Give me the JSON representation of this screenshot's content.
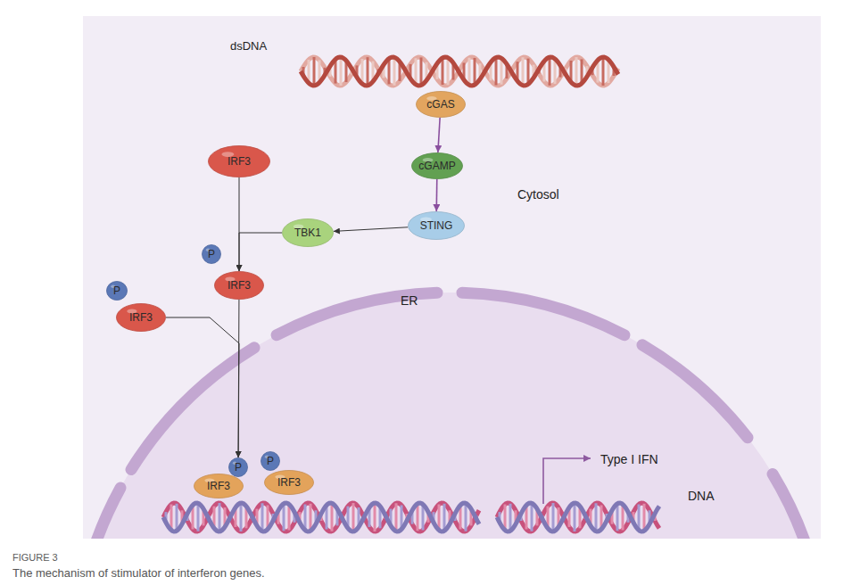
{
  "diagram": {
    "caption": "The mechanism of stimulator of interferon genes.",
    "nodes": [
      {
        "text": [
          "cGAS"
        ]
      },
      {
        "text": [
          "cGAMP"
        ]
      },
      {
        "text": [
          "STING"
        ]
      },
      {
        "text": [
          "TBK1"
        ]
      },
      {
        "text": [
          "IRF3"
        ]
      },
      {
        "text": [
          "P"
        ]
      },
      {
        "text": [
          "IRF3"
        ]
      },
      {
        "text": [
          "P"
        ]
      },
      {
        "text": [
          "IRF3"
        ]
      },
      {
        "text": [
          "P"
        ]
      },
      {
        "text": [
          "IRF3"
        ]
      },
      {
        "text": [
          "P"
        ]
      },
      {
        "text": [
          "IRF3"
        ]
      }
    ],
    "edges": [
      {
        "from": 0,
        "to": 1,
        "arrow": "to"
      },
      {
        "from": 1,
        "to": 2,
        "arrow": "to"
      },
      {
        "from": 2,
        "to": 3,
        "arrow": "to"
      },
      {
        "from": 3,
        "to": 6,
        "arrow": "to"
      },
      {
        "from": 4,
        "to": 6,
        "arrow": "to"
      },
      {
        "from": 6,
        "to": 9,
        "arrow": "to"
      },
      {
        "from": 8,
        "to": 9,
        "arrow": "to"
      }
    ],
    "labels": [
      "dsDNA",
      "Cytosol",
      "ER",
      "Type I IFN",
      "DNA",
      "FIGURE 3"
    ]
  }
}
